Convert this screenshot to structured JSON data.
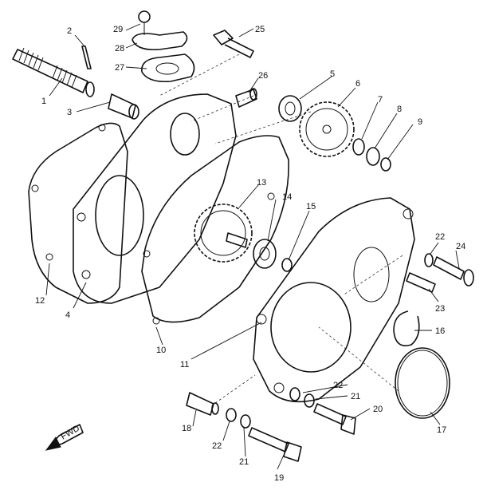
{
  "callouts": {
    "c1": "1",
    "c2": "2",
    "c3": "3",
    "c4": "4",
    "c5": "5",
    "c6": "6",
    "c7": "7",
    "c8": "8",
    "c9": "9",
    "c10": "10",
    "c11": "11",
    "c12": "12",
    "c13": "13",
    "c14": "14",
    "c15": "15",
    "c16": "16",
    "c17": "17",
    "c18": "18",
    "c19": "19",
    "c20": "20",
    "c21a": "21",
    "c21b": "21",
    "c22a": "22",
    "c22b": "22",
    "c22c": "22",
    "c23": "23",
    "c24": "24",
    "c25": "25",
    "c26": "26",
    "c27": "27",
    "c28": "28",
    "c29": "29"
  },
  "fwd_label": "FWD"
}
